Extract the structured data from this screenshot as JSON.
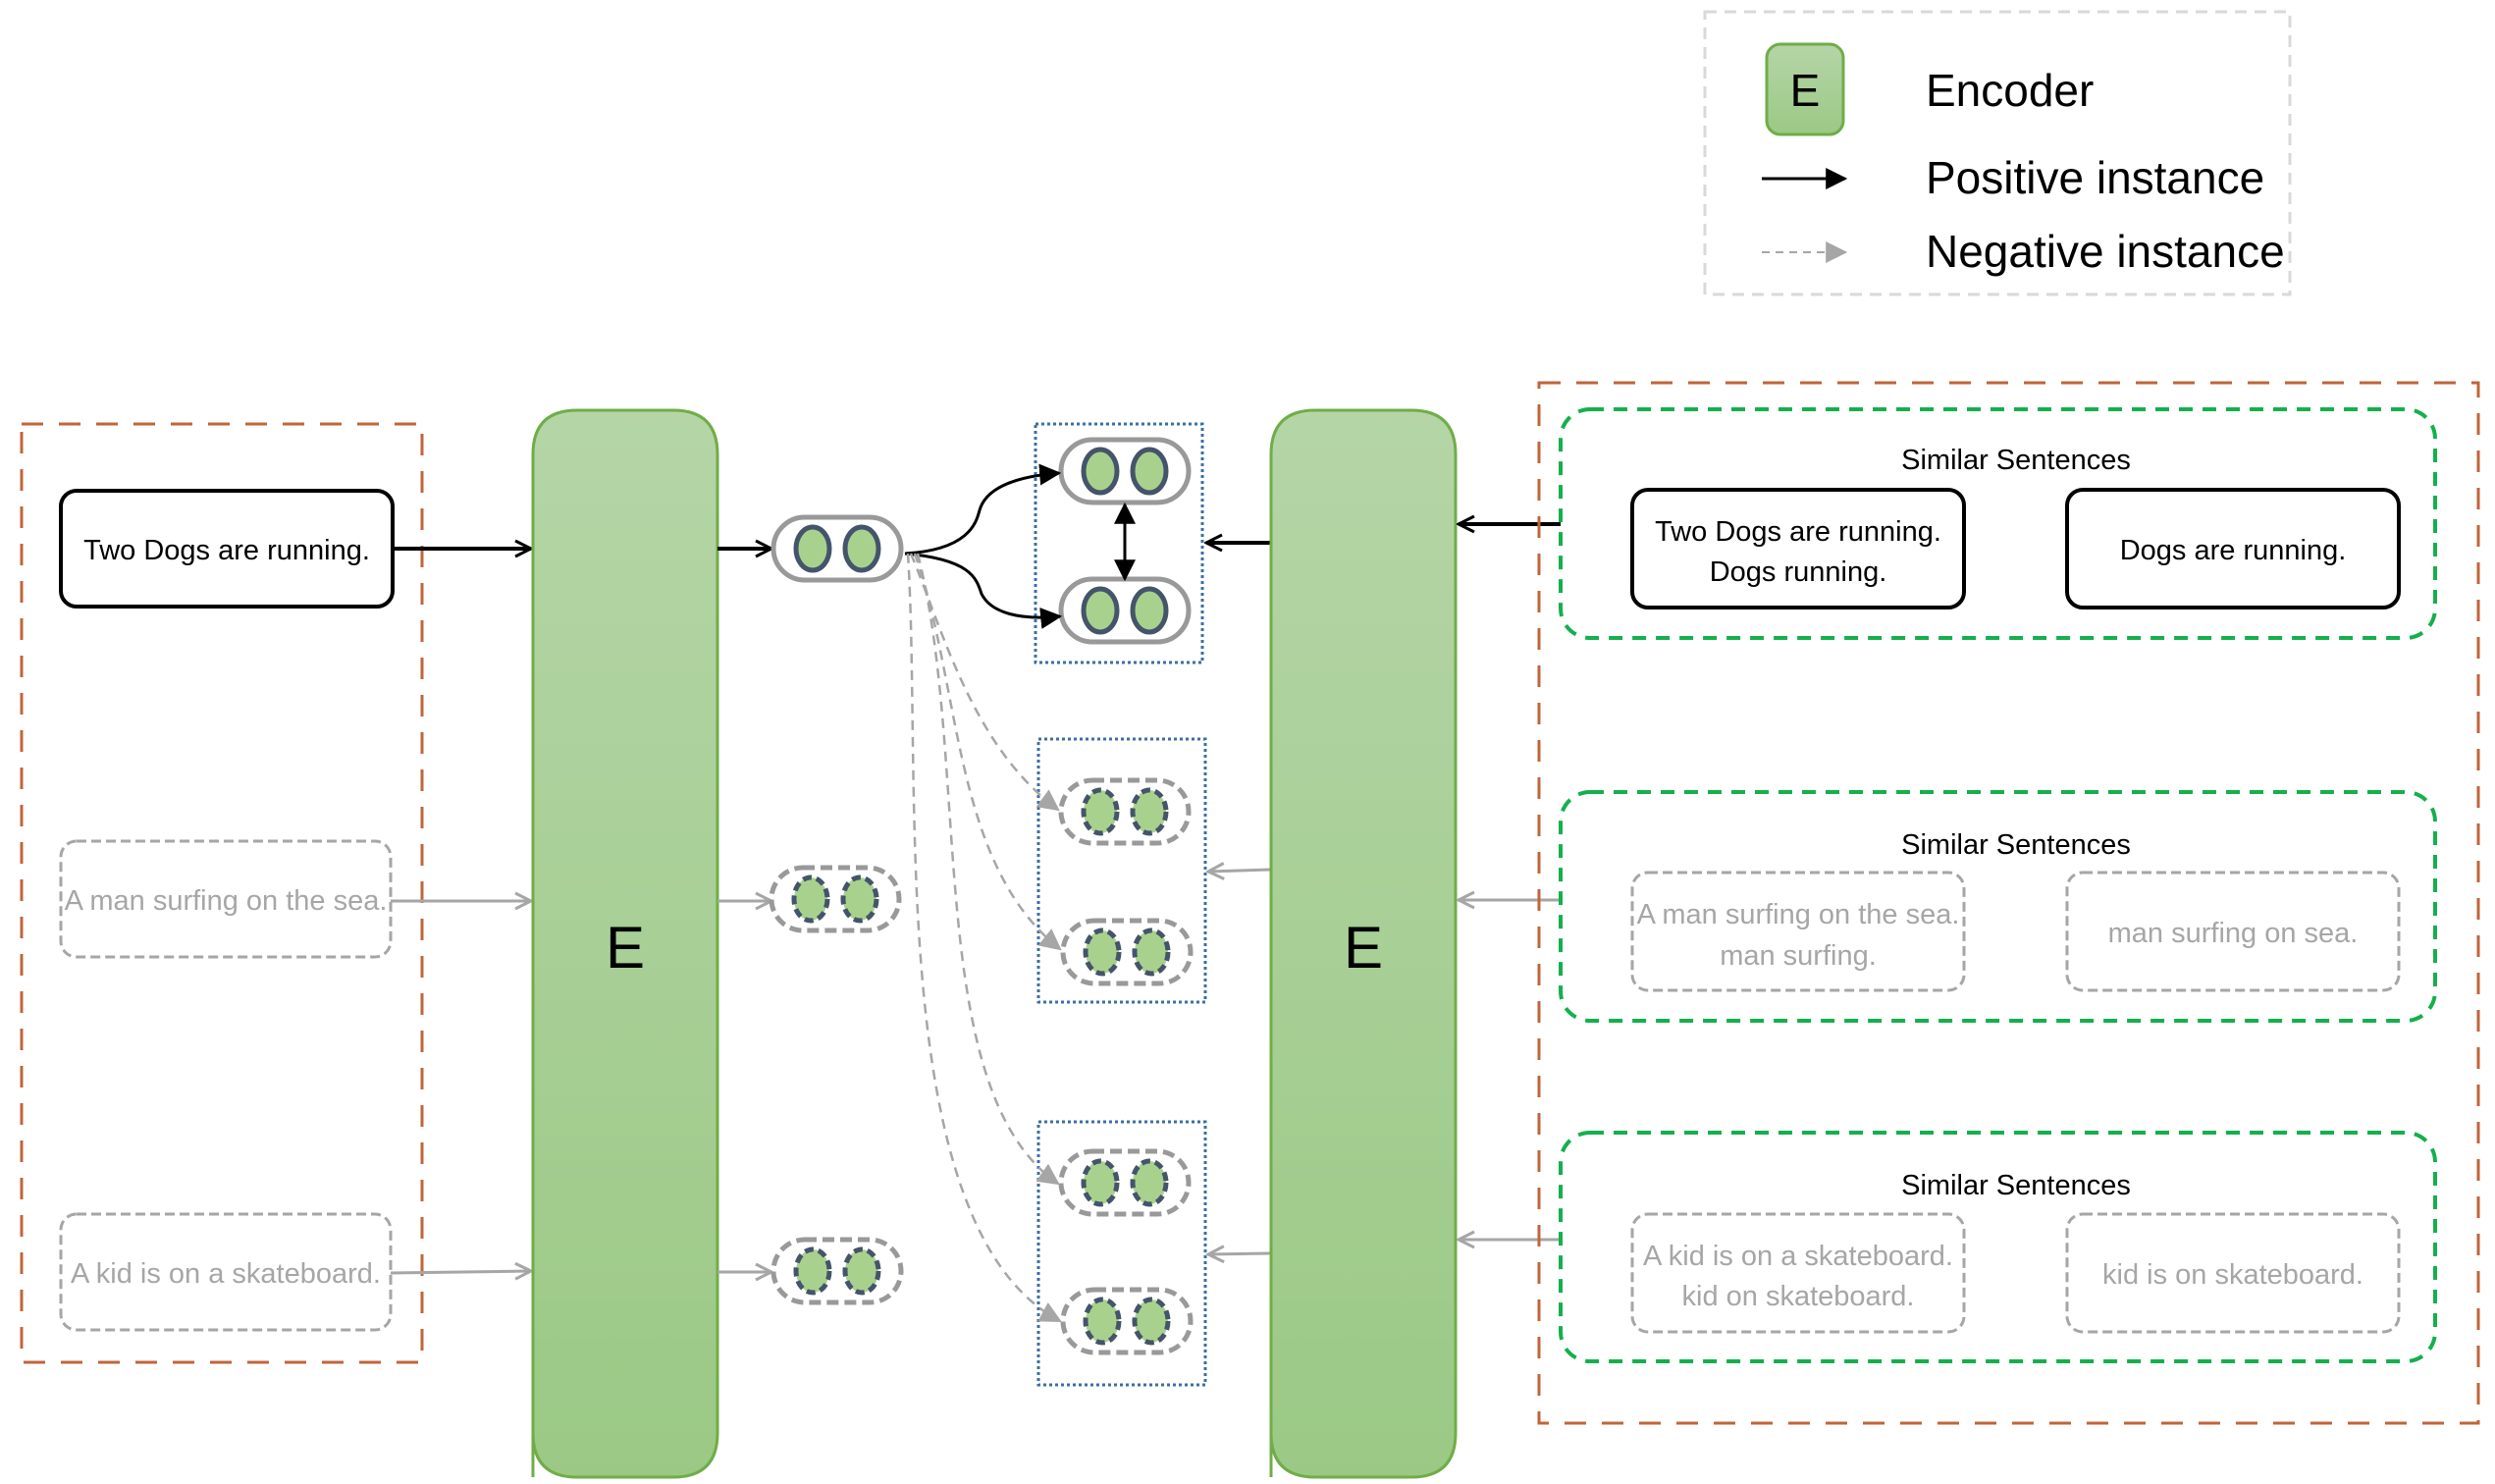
{
  "legend": {
    "encoder_symbol": "E",
    "encoder_label": "Encoder",
    "positive_label": "Positive instance",
    "negative_label": "Negative instance"
  },
  "encoders": {
    "left_label": "E",
    "right_label": "E"
  },
  "left_inputs": [
    {
      "text": "Two Dogs are running.",
      "kind": "positive"
    },
    {
      "text": "A man surfing on the sea.",
      "kind": "negative"
    },
    {
      "text": "A kid is  on a skateboard.",
      "kind": "negative"
    }
  ],
  "right_groups": [
    {
      "title": "Similar Sentences",
      "kind": "positive",
      "box1_lines": [
        "Two Dogs are running.",
        "Dogs running."
      ],
      "box2_lines": [
        "Dogs are running."
      ]
    },
    {
      "title": "Similar Sentences",
      "kind": "negative",
      "box1_lines": [
        "A man surfing on the sea.",
        "man surfing."
      ],
      "box2_lines": [
        "man surfing on sea."
      ]
    },
    {
      "title": "Similar Sentences",
      "kind": "negative",
      "box1_lines": [
        "A kid is  on a skateboard.",
        "kid on skateboard."
      ],
      "box2_lines": [
        "kid is  on skateboard."
      ]
    }
  ],
  "colors": {
    "encoder_fill_top": "#b5d5a7",
    "encoder_fill_bottom": "#9bc985",
    "encoder_stroke": "#70ad47",
    "outer_box": "#c0653a",
    "group_box": "#14b04c",
    "dotted_group": "#3a6fa6",
    "positive": "#000000",
    "negative": "#a6a6a6",
    "embed_fill": "#a9d18e",
    "embed_ring": "#44546a",
    "pill_stroke": "#999999",
    "legend_border": "#d9d9d9"
  }
}
